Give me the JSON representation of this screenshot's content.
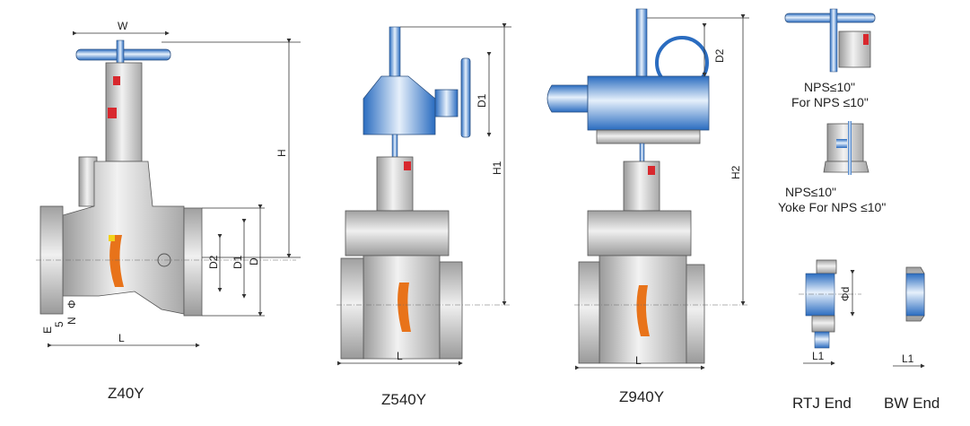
{
  "colors": {
    "actuator_blue": "#4a8fd8",
    "body_gray": "#c8c8c8",
    "seat_orange": "#e8731a",
    "packing_red": "#d8282e",
    "seal_yellow": "#f2d21a"
  },
  "valves": [
    {
      "model": "Z40Y",
      "dimensions": [
        "W",
        "H",
        "D2",
        "D1",
        "D",
        "E",
        "5",
        "N",
        "Φ",
        "L"
      ]
    },
    {
      "model": "Z540Y",
      "dimensions": [
        "D1",
        "H1",
        "L"
      ]
    },
    {
      "model": "Z940Y",
      "dimensions": [
        "D2",
        "H2",
        "L"
      ]
    }
  ],
  "details": {
    "stem_top": {
      "line1": "NPS≤10\"",
      "line2": "For NPS ≤10\""
    },
    "yoke": {
      "line1": "NPS≤10\"",
      "line2": "Yoke For NPS ≤10\""
    },
    "rtj_end": {
      "label": "RTJ End",
      "dimensions": [
        "Φd",
        "L1"
      ]
    },
    "bw_end": {
      "label": "BW End",
      "dimensions": [
        "L1"
      ]
    }
  }
}
